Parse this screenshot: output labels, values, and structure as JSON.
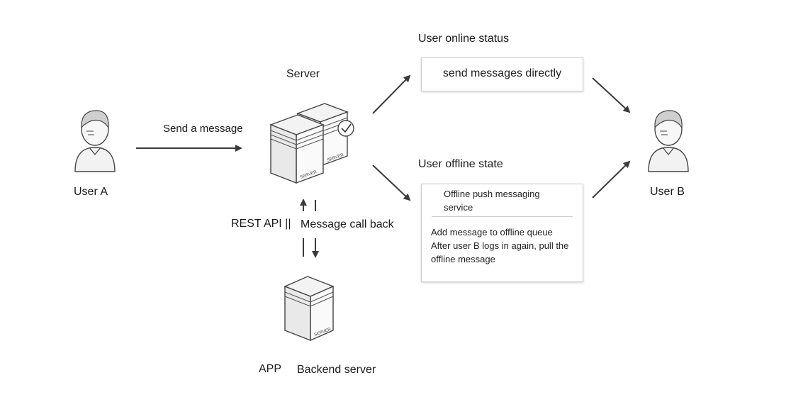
{
  "users": {
    "a_label": "User A",
    "b_label": "User B"
  },
  "server": {
    "label": "Server",
    "send_label": "Send a message",
    "rest_api_label": "REST API ||",
    "callback_label": "Message call back",
    "badge_text": "SERVER"
  },
  "online": {
    "heading": "User online status",
    "box_text": "send messages directly"
  },
  "offline": {
    "heading": "User offline state",
    "box_title": "Offline push messaging service",
    "box_line1": "Add message to offline queue",
    "box_line2": "After user B logs in again, pull the offline message"
  },
  "backend": {
    "app_label": "APP",
    "server_label": "Backend server"
  },
  "colors": {
    "arrow": "#3a3a3a",
    "outline": "#4a4a4a",
    "person_fill": "#f2f2f2"
  }
}
